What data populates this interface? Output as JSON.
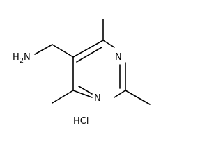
{
  "molecule": {
    "labels": {
      "amine_h": "H",
      "amine_h_count": "2",
      "amine_n": "N",
      "ring_n_upper": "N",
      "ring_n_lower": "N",
      "salt": "HCl"
    }
  },
  "colors": {
    "bond": "#000000",
    "text": "#000000",
    "background": "#ffffff"
  }
}
